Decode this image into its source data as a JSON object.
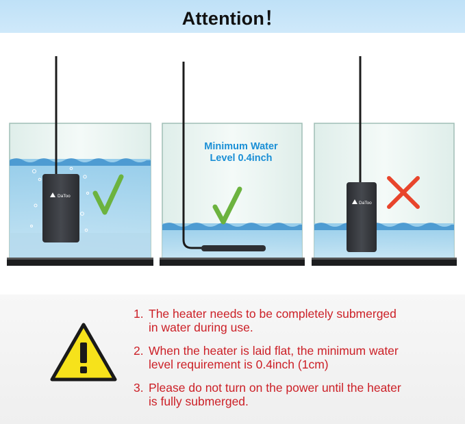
{
  "header": {
    "title": "Attention！"
  },
  "panels": [
    {
      "state": "ok",
      "mark_icon": "check-icon",
      "mark_color": "#6cb33f",
      "brand": "DaToo"
    },
    {
      "state": "ok",
      "mark_icon": "check-icon",
      "mark_color": "#6cb33f",
      "label_line1": "Minimum Water",
      "label_line2": "Level 0.4inch"
    },
    {
      "state": "bad",
      "mark_icon": "cross-icon",
      "mark_color": "#e8452c",
      "brand": "DaToo"
    }
  ],
  "notes": [
    {
      "num": "1.",
      "line1": "The heater needs to be completely submerged",
      "line2": "in water during use."
    },
    {
      "num": "2.",
      "line1": "When the heater is laid flat, the minimum water",
      "line2": "level requirement is 0.4inch (1cm)"
    },
    {
      "num": "3.",
      "line1": "Please do not turn on the power until the heater",
      "line2": "is fully submerged."
    }
  ],
  "colors": {
    "note_text": "#cc2027",
    "label_blue": "#1a8fd6",
    "banner": "#c6e5f8",
    "warning_yellow": "#f6e21b"
  }
}
